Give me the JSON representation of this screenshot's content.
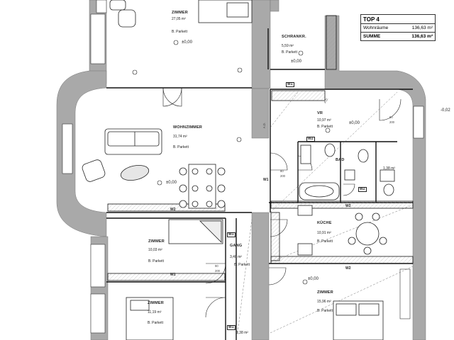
{
  "legend": {
    "title": "TOP 4",
    "rows": [
      {
        "label": "Wohnräume",
        "value": "136,63 m²"
      },
      {
        "label": "SUMME",
        "value": "136,63 m²"
      }
    ]
  },
  "rooms": {
    "zimmer_top": {
      "name": "ZIMMER",
      "area": "27,05 m²",
      "floor": "B. Parkett",
      "level": "±0,00"
    },
    "schrank": {
      "name": "SCHRANKR.",
      "area": "5,59 m²",
      "floor": "B. Parkett",
      "level": "±0,00"
    },
    "wohnzimmer": {
      "name": "WOHNZIMMER",
      "area": "31,74 m²",
      "floor": "B. Parkett",
      "level": "±0,00"
    },
    "vr": {
      "name": "VR",
      "area": "10,97 m²",
      "floor": "B. Parkett",
      "level": "±0,00"
    },
    "bad": {
      "name": "BAD"
    },
    "kueche": {
      "name": "KÜCHE",
      "area": "10,91 m²",
      "floor": "B. Parkett",
      "level": "±0,00"
    },
    "zimmer_mid": {
      "name": "ZIMMER",
      "area": "10,03 m²",
      "floor": "B. Parkett"
    },
    "gang": {
      "name": "GANG",
      "area": "3,40 m²",
      "floor": "B. Parkett"
    },
    "zimmer_bl": {
      "name": "ZIMMER",
      "area": "11,19 m²",
      "floor": "B. Parkett"
    },
    "zimmer_br": {
      "name": "ZIMMER",
      "area": "15,96 m²",
      "floor": "B. Parkett"
    },
    "wc": {
      "area": "1,38 m²"
    },
    "small_area": {
      "area": "1,38 m²"
    }
  },
  "tags": {
    "w1_a": "W1",
    "w1_b": "W1",
    "w1_c": "W1",
    "w1_d": "W1",
    "w1_e": "W1",
    "w2_a": "W2",
    "w2_b": "W2",
    "w2_c": "W2",
    "w2_d": "W2",
    "w2_e": "W2"
  },
  "marks": {
    "ad": "A.D.",
    "level_right": "-0,02",
    "dim_90": "90",
    "dim_200": "200",
    "dim_80": "80"
  }
}
